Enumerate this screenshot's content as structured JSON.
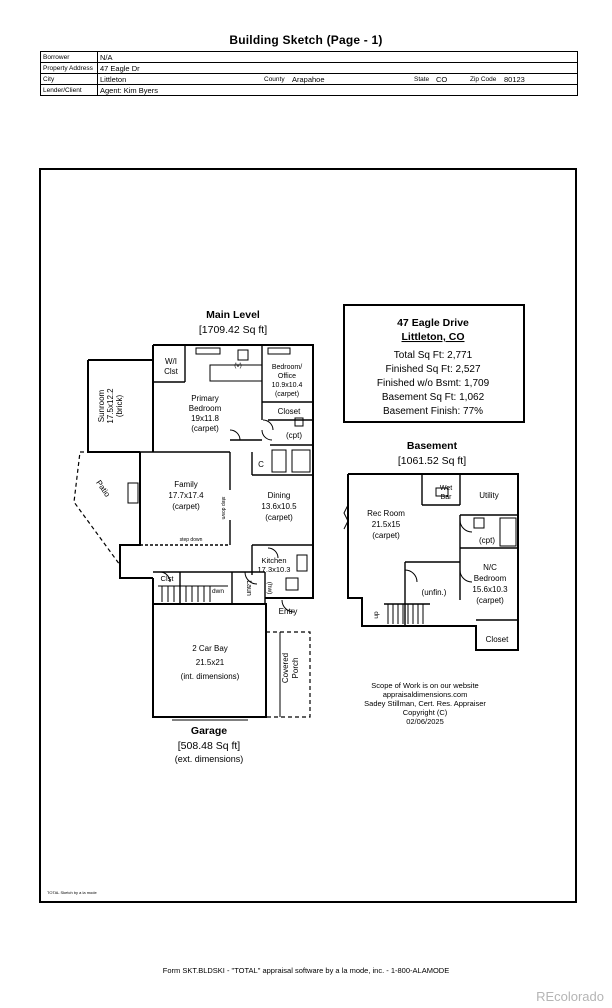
{
  "page_title": "Building Sketch (Page - 1)",
  "info": {
    "borrower_label": "Borrower",
    "borrower_value": "N/A",
    "property_label": "Property Address",
    "property_value": "47 Eagle Dr",
    "city_label": "City",
    "city_value": "Littleton",
    "county_label": "County",
    "county_value": "Arapahoe",
    "state_label": "State",
    "state_value": "CO",
    "zip_label": "Zip Code",
    "zip_value": "80123",
    "lender_label": "Lender/Client",
    "lender_value": "Agent: Kim Byers"
  },
  "sketch": {
    "main_level_title": "Main Level",
    "main_level_area": "[1709.42 Sq ft]",
    "basement_title": "Basement",
    "basement_area": "[1061.52 Sq ft]",
    "garage_title": "Garage",
    "garage_area": "[508.48 Sq ft]",
    "garage_note": "(ext. dimensions)",
    "rooms": {
      "wi_closet": [
        "W/I",
        "Clst"
      ],
      "primary": [
        "Primary",
        "Bedroom",
        "19x11.8",
        "(carpet)"
      ],
      "office": [
        "Bedroom/",
        "Office",
        "10.9x10.4",
        "(carpet)"
      ],
      "closet_main": "Closet",
      "cpt_main": "(cpt)",
      "v_label": "(v)",
      "c_label": "C",
      "sunroom": [
        "Sunroom",
        "17.5x12.2",
        "(brick)"
      ],
      "patio": "Patio",
      "family": [
        "Family",
        "17.7x17.4",
        "(carpet)"
      ],
      "step_down_1": "step down",
      "step_down_2": "step down",
      "dining": [
        "Dining",
        "13.6x10.5",
        "(carpet)"
      ],
      "kitchen": [
        "Kitchen",
        "17.3x10.3"
      ],
      "clst": "Clst",
      "dwn": "dwn",
      "laun": "Laun",
      "hw": "(hw)",
      "entry": "Entry",
      "garage_bay": [
        "2 Car Bay",
        "21.5x21",
        "(int. dimensions)"
      ],
      "porch": [
        "Covered",
        "Porch"
      ],
      "rec_room": [
        "Rec Room",
        "21.5x15",
        "(carpet)"
      ],
      "wet_bar": [
        "Wet",
        "Bar"
      ],
      "utility": "Utility",
      "cpt_base": "(cpt)",
      "unfin": "(unfin.)",
      "nc_bedroom": [
        "N/C",
        "Bedroom",
        "15.6x10.3",
        "(carpet)"
      ],
      "closet_base": "Closet",
      "up": "up"
    },
    "summary": {
      "address_line1": "47 Eagle Drive",
      "address_line2": "Littleton, CO",
      "total": "Total Sq Ft: 2,771",
      "finished": "Finished Sq Ft: 2,527",
      "finished_wo_bsmt": "Finished w/o Bsmt: 1,709",
      "basement": "Basement Sq Ft: 1,062",
      "basement_finish": "Basement Finish: 77%"
    },
    "scope": [
      "Scope of Work is on our website",
      "appraisaldimensions.com",
      "Sadey Stillman, Cert. Res. Appraiser",
      "Copyright (C)",
      "02/06/2025"
    ],
    "small_credit": "TOTAL Sketch by a la mode"
  },
  "footer": "Form SKT.BLDSKI - \"TOTAL\" appraisal software by a la mode, inc. - 1-800-ALAMODE",
  "watermark": "REcolorado"
}
